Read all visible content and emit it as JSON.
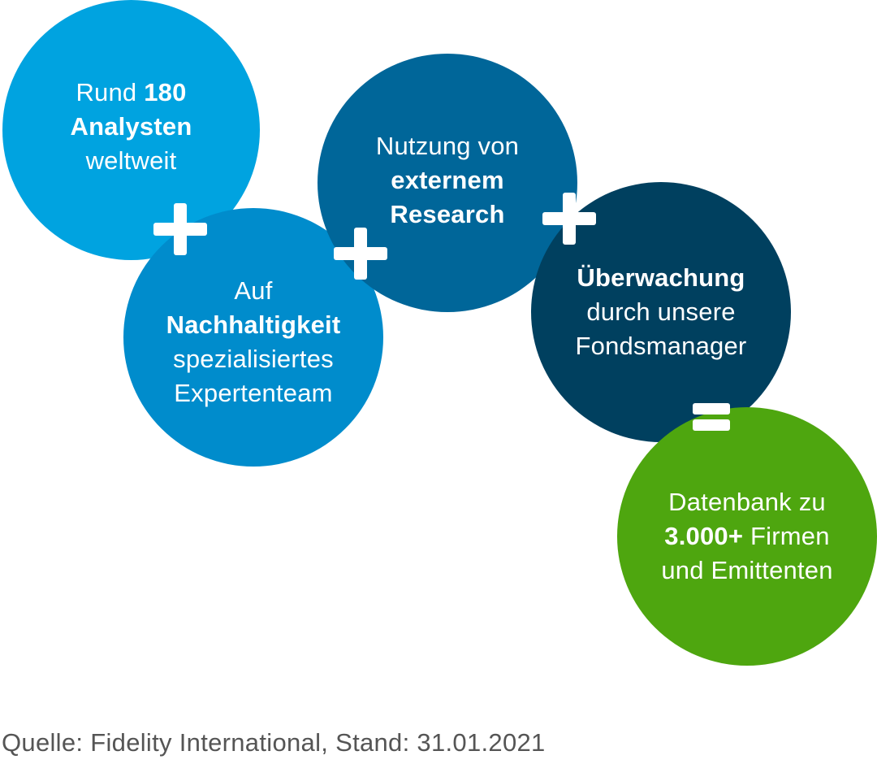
{
  "circles": {
    "c1": {
      "pre": "Rund",
      "bold1": "180",
      "bold2": "Analysten",
      "post": "weltweit"
    },
    "c2": {
      "pre": "Auf",
      "bold": "Nachhaltigkeit",
      "post1": "spezialisiertes",
      "post2": "Expertenteam"
    },
    "c3": {
      "pre": "Nutzung von",
      "bold1": "externem",
      "bold2": "Research"
    },
    "c4": {
      "bold": "Überwachung",
      "post1": "durch unsere",
      "post2": "Fondsmanager"
    },
    "c5": {
      "pre": "Datenbank zu",
      "bold": "3.000+",
      "post1": "Firmen",
      "post2": "und Emittenten"
    }
  },
  "colors": {
    "circle1": "#00a3e0",
    "circle2": "#008ccc",
    "circle3": "#006699",
    "circle4": "#00405f",
    "circle5": "#4ea60f"
  },
  "operators": [
    "plus",
    "plus",
    "plus",
    "equals"
  ],
  "source": "Quelle: Fidelity International, Stand: 31.01.2021"
}
